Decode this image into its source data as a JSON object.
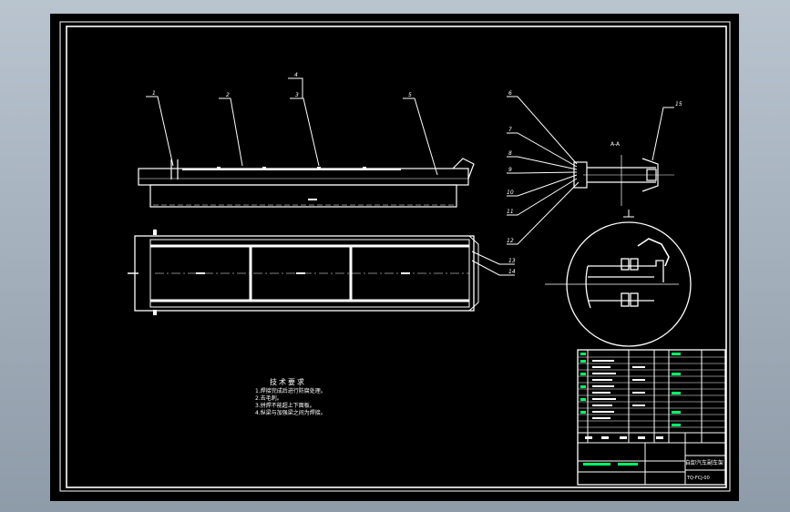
{
  "colors": {
    "screen_bg": "#9aa6b2",
    "paper": "#000000",
    "line": "#ffffff",
    "accent": "#00ff66"
  },
  "balloons": [
    "1",
    "2",
    "3",
    "4",
    "5",
    "6",
    "7",
    "8",
    "9",
    "10",
    "11",
    "12",
    "13",
    "14",
    "15"
  ],
  "section_label": "A-A",
  "view_marker": "A",
  "notes": {
    "title": "技术要求",
    "items": [
      "1.焊接完成后进行防腐处理。",
      "2.去毛刺。",
      "3.拼焊不能超上下面板。",
      "4.纵梁与加强梁之间为焊接。"
    ]
  },
  "title_block": {
    "title": "自卸汽车副车架",
    "drawing_no": "TQ-FCJ-00"
  }
}
